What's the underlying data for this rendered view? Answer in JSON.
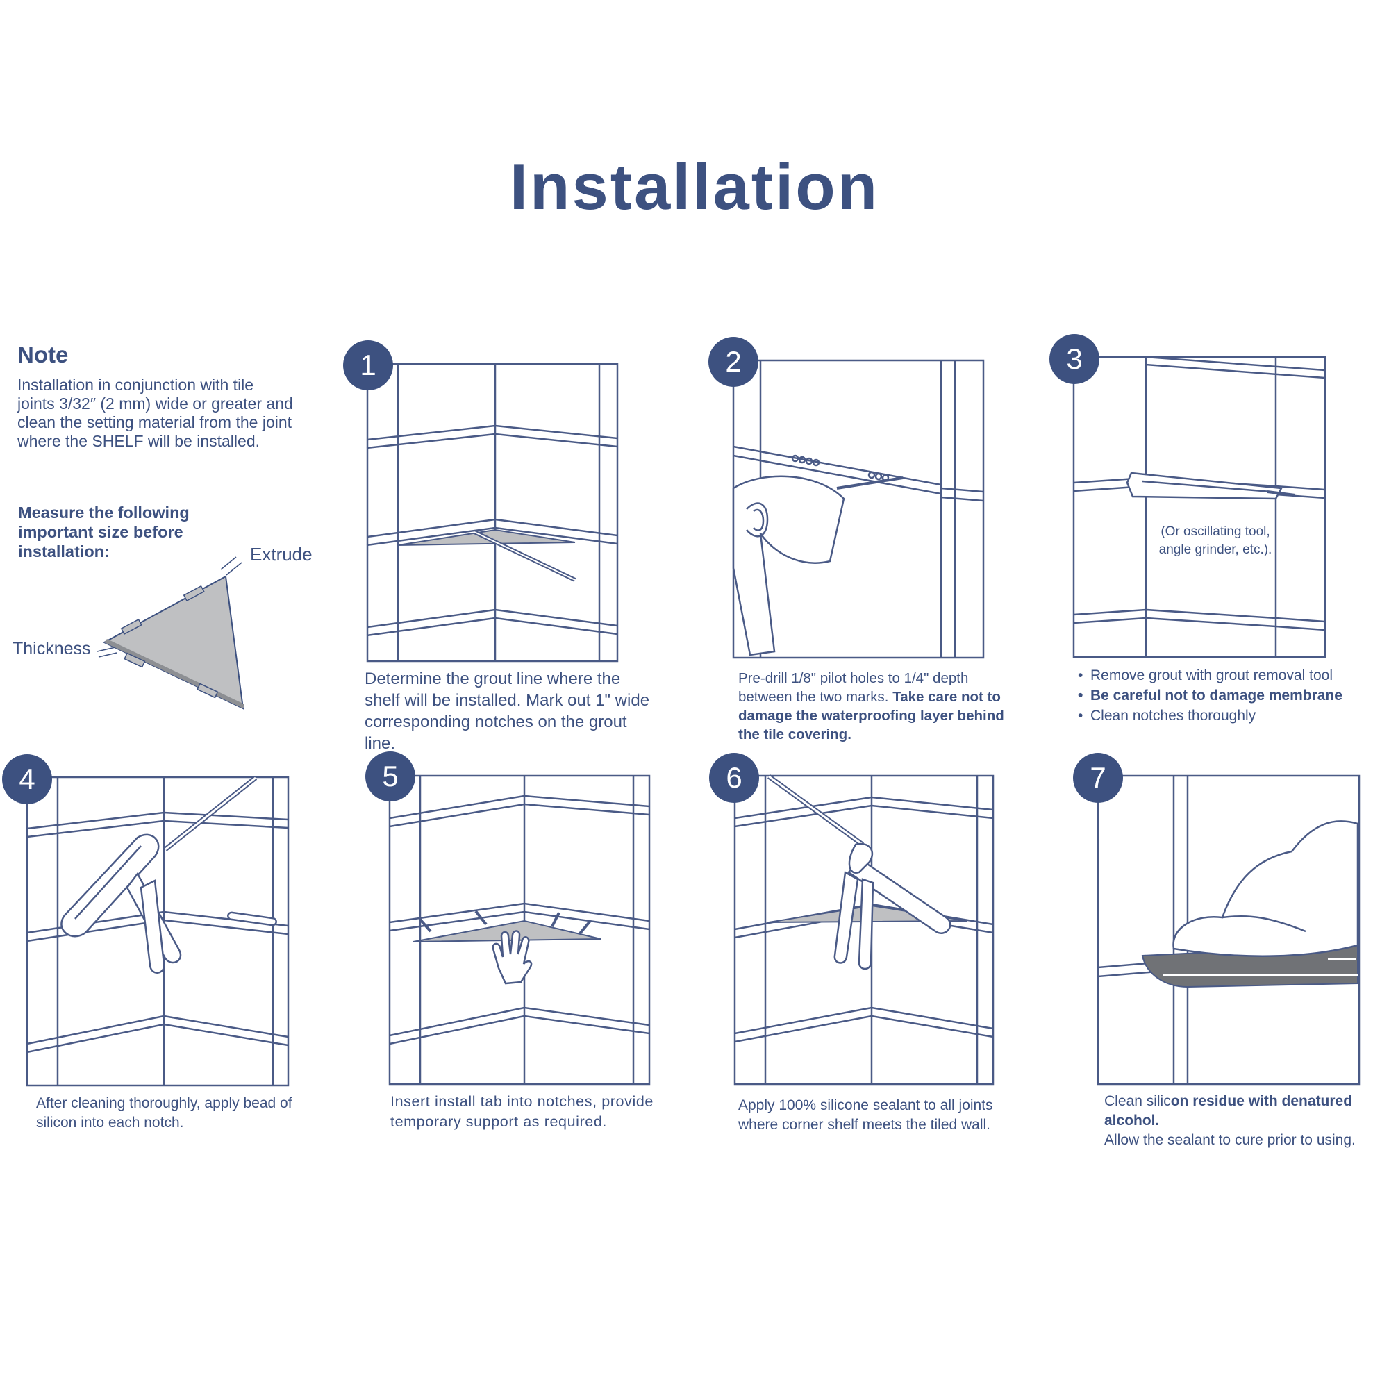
{
  "title": "Installation",
  "note": {
    "heading": "Note",
    "text": "Installation in conjunction with tile joints 3/32″ (2 mm) wide or greater and clean the setting material from the joint where the SHELF will be installed.",
    "measure": "Measure the following important size before installation:",
    "extrude_label": "Extrude",
    "thickness_label": "Thickness"
  },
  "steps": [
    {
      "number": "1",
      "caption": "Determine the grout line where the shelf will be installed. Mark out 1\" wide corresponding notches on the grout line."
    },
    {
      "number": "2",
      "caption_regular": "Pre-drill 1/8\" pilot holes to 1/4\" depth between the two marks. ",
      "caption_bold": "Take care not to damage the waterproofing layer behind the tile covering."
    },
    {
      "number": "3",
      "tool_note_line1": "(Or oscillating tool,",
      "tool_note_line2": "angle grinder, etc.).",
      "bullets": [
        "Remove grout with grout removal tool",
        "Be careful not to damage membrane",
        "Clean notches thoroughly"
      ]
    },
    {
      "number": "4",
      "caption": "After cleaning thoroughly, apply bead of silicon into each notch."
    },
    {
      "number": "5",
      "caption": "Insert install tab into notches, provide temporary support as required."
    },
    {
      "number": "6",
      "caption_regular": "Apply 100% silicone sealant to all joints where corner shelf meets the tiled wall."
    },
    {
      "number": "7",
      "caption_regular": "Clean silic",
      "caption_bold": "on residue with denatured alcohol.",
      "caption_line2": "Allow the sealant to cure prior to using."
    }
  ],
  "colors": {
    "primary": "#3d5180",
    "shelf_gray": "#bfc0c2",
    "shelf_dark": "#707276",
    "tile_line": "#4a5a86"
  }
}
